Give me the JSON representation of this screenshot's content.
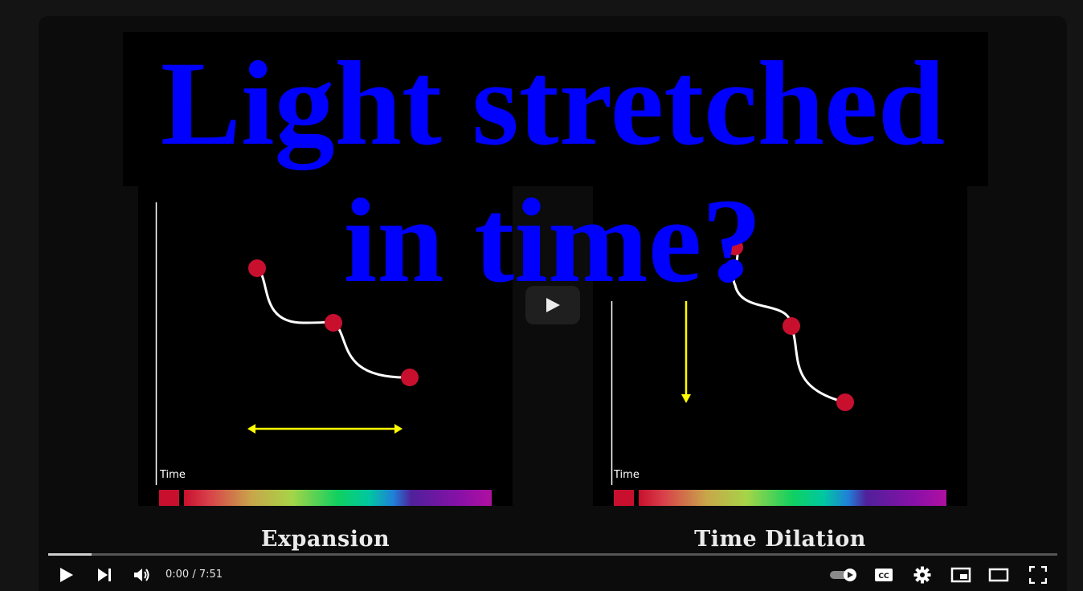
{
  "video": {
    "title_line1": "Light stretched",
    "title_line2": "in time?",
    "panels": [
      {
        "caption": "Expansion",
        "time_label": "Time"
      },
      {
        "caption": "Time Dilation",
        "time_label": "Time"
      }
    ]
  },
  "player": {
    "current_time": "0:00",
    "separator": " / ",
    "duration": "7:51",
    "progress_fraction": 0.043
  },
  "colors": {
    "title": "#0000ff",
    "dot_red": "#c8102e",
    "dot_blue": "#0000ff",
    "arrow": "#ffff00"
  },
  "icons": [
    "play-icon",
    "next-icon",
    "volume-icon",
    "autoplay-toggle-icon",
    "captions-icon",
    "settings-gear-icon",
    "miniplayer-icon",
    "theater-mode-icon",
    "fullscreen-icon"
  ]
}
